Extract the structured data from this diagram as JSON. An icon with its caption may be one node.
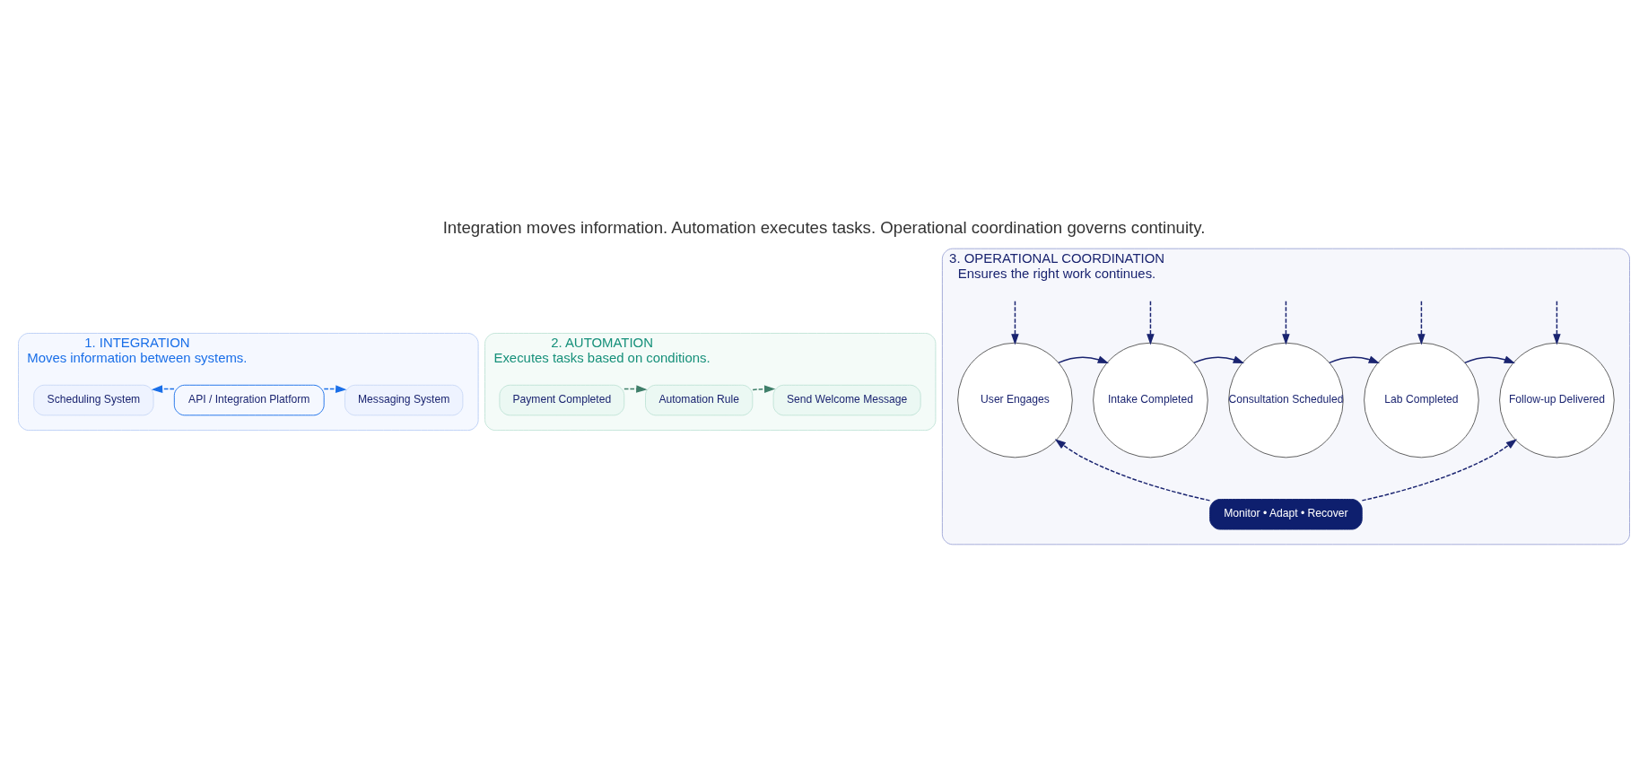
{
  "diagram": {
    "title": "Integration moves information. Automation executes tasks. Operational coordination governs continuity.",
    "nodes": [
      {
        "text": [
          "1. INTEGRATION",
          "Moves information between systems."
        ]
      },
      {
        "text": [
          "Scheduling System"
        ],
        "in": 0
      },
      {
        "text": [
          "API / Integration Platform"
        ],
        "in": 0
      },
      {
        "text": [
          "Messaging System"
        ],
        "in": 0
      },
      {
        "text": [
          "2. AUTOMATION",
          "Executes tasks based on conditions."
        ]
      },
      {
        "text": [
          "Payment Completed"
        ],
        "in": 4
      },
      {
        "text": [
          "Automation Rule"
        ],
        "in": 4
      },
      {
        "text": [
          "Send Welcome Message"
        ],
        "in": 4
      },
      {
        "text": [
          "3. OPERATIONAL COORDINATION",
          "Ensures the right work continues."
        ]
      },
      {
        "text": [
          "User Engages"
        ],
        "in": 8
      },
      {
        "text": [
          "Intake Completed"
        ],
        "in": 8
      },
      {
        "text": [
          "Consultation Scheduled"
        ],
        "in": 8
      },
      {
        "text": [
          "Lab Completed"
        ],
        "in": 8
      },
      {
        "text": [
          "Follow-up Delivered"
        ],
        "in": 8
      },
      {
        "text": [
          "Monitor • Adapt • Recover"
        ],
        "in": 8
      }
    ],
    "edges": [
      {
        "from": 2,
        "to": 1,
        "arrow": "to",
        "style": "dashed",
        "color": "#1a6fe8"
      },
      {
        "from": 2,
        "to": 3,
        "arrow": "to",
        "style": "dashed",
        "color": "#1a6fe8"
      },
      {
        "from": 5,
        "to": 6,
        "arrow": "to",
        "style": "dashed",
        "color": "#3f7f6a"
      },
      {
        "from": 6,
        "to": 7,
        "arrow": "to",
        "style": "dashed",
        "color": "#3f7f6a"
      },
      {
        "from": 9,
        "to": 10,
        "arrow": "to"
      },
      {
        "from": 10,
        "to": 11,
        "arrow": "to"
      },
      {
        "from": 11,
        "to": 12,
        "arrow": "to"
      },
      {
        "from": 12,
        "to": 13,
        "arrow": "to"
      },
      {
        "from": null,
        "to": 9,
        "arrow": "to",
        "style": "dashed"
      },
      {
        "from": null,
        "to": 10,
        "arrow": "to",
        "style": "dashed"
      },
      {
        "from": null,
        "to": 11,
        "arrow": "to",
        "style": "dashed"
      },
      {
        "from": null,
        "to": 12,
        "arrow": "to",
        "style": "dashed"
      },
      {
        "from": null,
        "to": 13,
        "arrow": "to",
        "style": "dashed"
      },
      {
        "from": 14,
        "to": 9,
        "arrow": "to",
        "style": "dashed"
      },
      {
        "from": 14,
        "to": 13,
        "arrow": "to",
        "style": "dashed"
      }
    ]
  }
}
